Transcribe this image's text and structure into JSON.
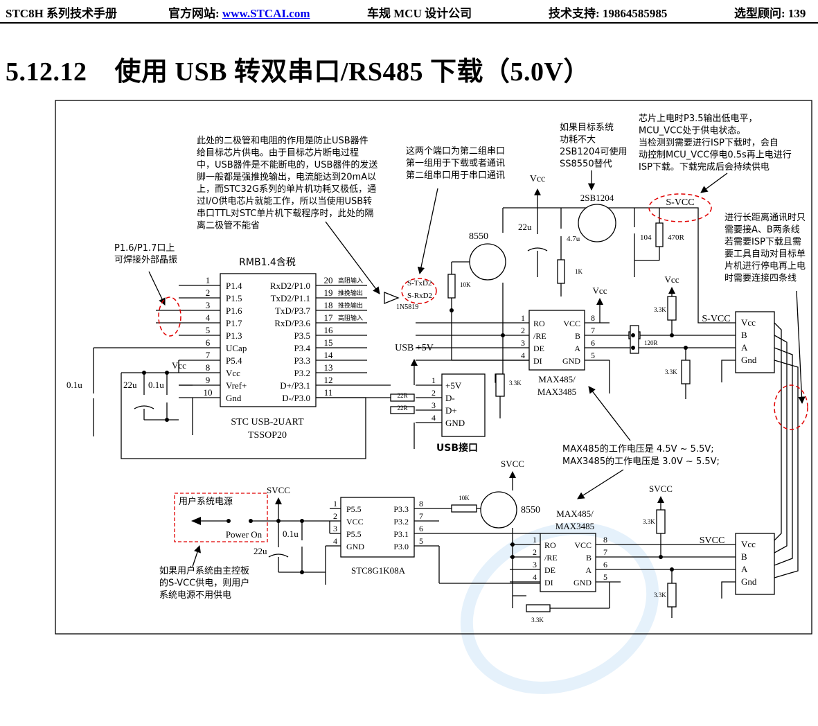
{
  "header": {
    "manual": "STC8H 系列技术手册",
    "site_label": "官方网站:",
    "site_link": "www.STCAI.com",
    "company": "车规 MCU 设计公司",
    "support": "技术支持: 19864585985",
    "consult": "选型顾问: 139"
  },
  "section": {
    "number": "5.12.12",
    "title": "使用 USB 转双串口/RS485 下载（5.0V）"
  },
  "diagram": {
    "notes": {
      "diode": [
        "此处的二极管和电阻的作用是防止USB器件",
        "给目标芯片供电。由于目标芯片断电过程",
        "中，USB器件是不能断电的，USB器件的发送",
        "脚一般都是强推挽输出，电流能达到20mA以",
        "上，而STC32G系列的单片机功耗又极低，通",
        "过I/O供电芯片就能工作，所以当使用USB转",
        "串口TTL对STC单片机下载程序时，此处的隔",
        "离二极管不能省"
      ],
      "ports": [
        "这两个端口为第二组串口",
        "第一组用于下载或者通讯",
        "第二组串口用于串口通讯"
      ],
      "transistor": [
        "如果目标系统",
        "功耗不大",
        "2SB1204可使用",
        "SS8550替代"
      ],
      "power": [
        "芯片上电时P3.5输出低电平，",
        "MCU_VCC处于供电状态。",
        "当检测到需要进行ISP下载时，会自",
        "动控制MCU_VCC停电0.5s再上电进行",
        "ISP下载。下载完成后会持续供电"
      ],
      "rs485": [
        "进行长距离通讯时只",
        "需要接A、B两条线",
        "若需要ISP下载且需",
        "要工具自动对目标单",
        "片机进行停电再上电",
        "时需要连接四条线"
      ],
      "crystal": [
        "P1.6/P1.7口上",
        "可焊接外部晶振"
      ],
      "voltage": [
        "MAX485的工作电压是 4.5V ~ 5.5V;",
        "MAX3485的工作电压是 3.0V ~ 5.5V;"
      ],
      "user_power": [
        "如果用户系统由主控板",
        "的S-VCC供电，则用户",
        "系统电源不用供电"
      ]
    },
    "chip_main": {
      "top": "RMB1.4含税",
      "name": "STC USB-2UART",
      "package": "TSSOP20",
      "left_pins": [
        {
          "num": "1",
          "name": "P1.4"
        },
        {
          "num": "2",
          "name": "P1.5"
        },
        {
          "num": "3",
          "name": "P1.6"
        },
        {
          "num": "4",
          "name": "P1.7"
        },
        {
          "num": "5",
          "name": "P1.3"
        },
        {
          "num": "6",
          "name": "UCap"
        },
        {
          "num": "7",
          "name": "P5.4"
        },
        {
          "num": "8",
          "name": "Vcc"
        },
        {
          "num": "9",
          "name": "Vref+"
        },
        {
          "num": "10",
          "name": "Gnd"
        }
      ],
      "right_pins": [
        {
          "num": "20",
          "name": "RxD2/P1.0"
        },
        {
          "num": "19",
          "name": "TxD2/P1.1"
        },
        {
          "num": "18",
          "name": "TxD/P3.7"
        },
        {
          "num": "17",
          "name": "RxD/P3.6"
        },
        {
          "num": "16",
          "name": "P3.5"
        },
        {
          "num": "15",
          "name": "P3.4"
        },
        {
          "num": "14",
          "name": "P3.3"
        },
        {
          "num": "13",
          "name": "P3.2"
        },
        {
          "num": "12",
          "name": "D+/P3.1"
        },
        {
          "num": "11",
          "name": "D-/P3.0"
        }
      ],
      "pin_notes": [
        "高阻输入",
        "推挽输出",
        "推挽输出",
        "高阻输入"
      ]
    },
    "usb": {
      "supply": "USB +5V",
      "pins": [
        {
          "num": "1",
          "name": "+5V"
        },
        {
          "num": "2",
          "name": "D-"
        },
        {
          "num": "3",
          "name": "D+"
        },
        {
          "num": "4",
          "name": "GND"
        }
      ],
      "label": "USB接口"
    },
    "max_top": {
      "name": "MAX485/",
      "name2": "MAX3485",
      "left": [
        {
          "num": "1",
          "name": "RO"
        },
        {
          "num": "2",
          "name": "/RE"
        },
        {
          "num": "3",
          "name": "DE"
        },
        {
          "num": "4",
          "name": "DI"
        }
      ],
      "right": [
        {
          "num": "8",
          "name": "VCC"
        },
        {
          "num": "7",
          "name": "B"
        },
        {
          "num": "6",
          "name": "A"
        },
        {
          "num": "5",
          "name": "GND"
        }
      ]
    },
    "max_bottom": {
      "name": "MAX485/",
      "name2": "MAX3485",
      "left": [
        {
          "num": "1",
          "name": "RO"
        },
        {
          "num": "2",
          "name": "/RE"
        },
        {
          "num": "3",
          "name": "DE"
        },
        {
          "num": "4",
          "name": "DI"
        }
      ],
      "right": [
        {
          "num": "8",
          "name": "VCC"
        },
        {
          "num": "7",
          "name": "B"
        },
        {
          "num": "6",
          "name": "A"
        },
        {
          "num": "5",
          "name": "GND"
        }
      ]
    },
    "stc8g": {
      "name": "STC8G1K08A",
      "left": [
        {
          "num": "1",
          "name": "P5.5"
        },
        {
          "num": "2",
          "name": "VCC"
        },
        {
          "num": "3",
          "name": "P5.5"
        },
        {
          "num": "4",
          "name": "GND"
        }
      ],
      "right": [
        {
          "num": "8",
          "name": "P3.3"
        },
        {
          "num": "7",
          "name": "P3.2"
        },
        {
          "num": "6",
          "name": "P3.1"
        },
        {
          "num": "5",
          "name": "P3.0"
        }
      ]
    },
    "connector": [
      "Vcc",
      "B",
      "A",
      "Gnd"
    ],
    "labels": {
      "vcc": "Vcc",
      "svcc": "S-VCC",
      "svcc2": "SVCC",
      "usb5v": "USB +5V",
      "tr1": "8550",
      "tr2": "2SB1204",
      "tr3": "8550",
      "diode": "1N5819",
      "stxd": "S-TxD2",
      "srxd": "S-RxD2",
      "r10k": "10K",
      "r1k": "1K",
      "r470": "470R",
      "r104": "104",
      "r33k": "3.3K",
      "r120": "120R",
      "r22": "22R",
      "c22u": "22u",
      "c01u": "0.1u",
      "c47u": "4.7u",
      "user_power": "用户系统电源",
      "power_on": "Power On"
    }
  }
}
